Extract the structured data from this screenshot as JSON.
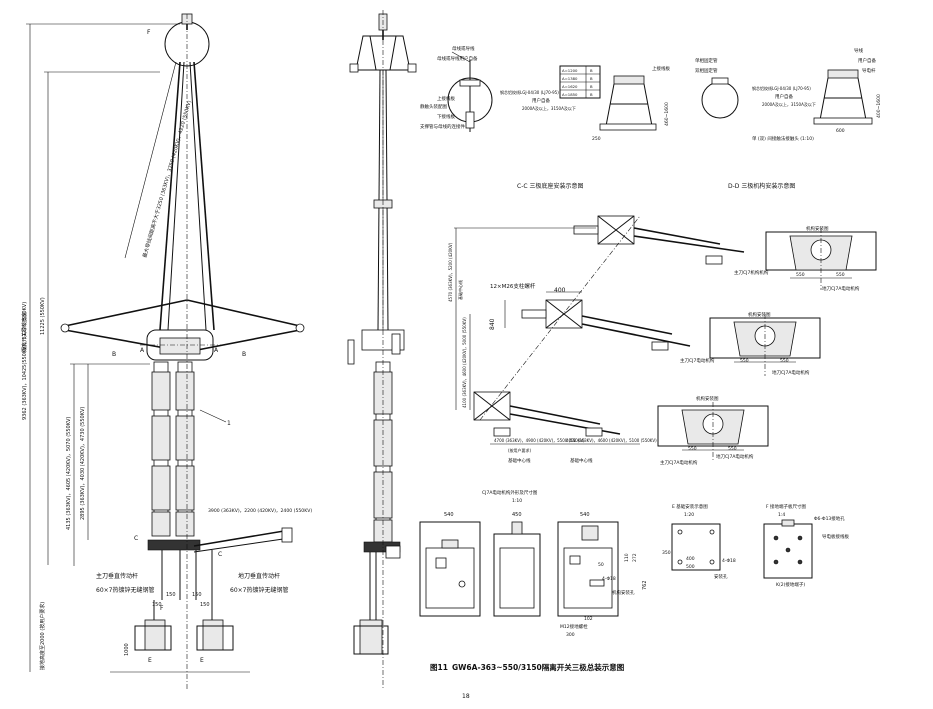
{
  "caption": {
    "figure_no": "图11",
    "title": "GW6A-363~550/3150隔离开关三极总装示意图",
    "page_number": "18"
  },
  "left_view": {
    "dim_total_vertical": "9362 (363KV)，10425(550KV)，11225 (550KV)",
    "dim_upper_vertical": "隔离开关导线宽度",
    "dim_diagonal": "最大导线间距离不大于3250 (363KV)，3750 (420KV)，4220 (550KV)",
    "dim_column_1": "4135 (363KV)，4605 (420KV)，5070 (550KV)",
    "dim_column_2": "2895 (363KV)，4030 (420KV)，4730 (550KV)",
    "dim_base": "3900 (363KV)，2200 (420KV)，2400 (550KV)",
    "dim_bottom_vertical": "接地高度至2000 (按用户要求)",
    "label_main_knife_rod": "主刀垂直传动杆",
    "label_main_knife_pipe": "60×7热镀锌无缝钢管",
    "label_earth_knife_rod": "地刀垂直传动杆",
    "label_earth_knife_pipe": "60×7热镀锌无缝钢管",
    "dims_foundation": [
      "150",
      "150",
      "150",
      "150"
    ],
    "dim_height_1000": "1000",
    "section_marks": [
      "F",
      "A",
      "A",
      "C",
      "C",
      "E",
      "E",
      "F",
      "B",
      "B"
    ],
    "leader_number": "1"
  },
  "top_details": {
    "label_cable_left_1": "母线或导线",
    "label_cable_left_2": "母线或导线用户自备",
    "label_clamp_upper": "上接线板",
    "label_clamp_lower": "下接线板",
    "label_device_1": "静触头装配图",
    "label_device_2": "支撑管与母线的连接件",
    "label_conductor_spec": "钢芯铝绞线LGJ-04/30 (LJ70-95)",
    "label_user_supply": "用户自备",
    "label_range": "2000A及以上，3150A及以下",
    "table_rows": [
      [
        "A=1200",
        "B"
      ],
      [
        "A=1380",
        "B"
      ],
      [
        "A=1620",
        "B"
      ],
      [
        "A=1850",
        "B"
      ]
    ],
    "label_plate_right": "上接线板",
    "dim_250": "250",
    "dim_460": "460~1600",
    "label_support_1": "单相固定管",
    "label_support_2": "双相固定管",
    "label_conductor_spec_2": "钢芯铝绞线LGJ-04/30 (LJ70-95)",
    "label_user_supply_2": "用户自备",
    "label_range_2": "2000A及以上，3150A及以下",
    "label_right_1": "导线",
    "label_right_2": "用户自备",
    "label_right_3": "导电杆",
    "dim_600": "600",
    "dim_400_right": "400~1600",
    "label_caption_bottom": "单 (双) 间接触法接触头 (1:10)"
  },
  "section_titles": {
    "cc": "C-C 三极底座安装示意图",
    "dd": "D-D 三极机构安装示意图"
  },
  "mid_plan": {
    "label_bolts": "12×M26支柱螺杆",
    "dim_400": "400",
    "dim_840": "840",
    "dim_vertical_1": "4570 (363KV)，5200 (420KV)",
    "dim_vertical_2": "4100 (363KV)，4600 (420KV)，5000 (550KV)",
    "dim_horizontal_1": "4700 (363KV)，4900 (420KV)，5500 (550KV)",
    "dim_horizontal_2": "4000 (363KV)，4600 (420KV)，5100 (550KV)",
    "label_foundation_1": "基础中心线",
    "label_foundation_2": "基础中心线",
    "label_foundation_3": "基础中心线",
    "label_user_note": "(按用户要求)"
  },
  "mechanism_views": [
    {
      "label_top": "机构安装图",
      "label_bottom_left": "主刀CJ7机构机构",
      "label_bottom_right": "地刀CJ7A电动机构",
      "dim_1": "550",
      "dim_2": "550"
    },
    {
      "label_top": "机构安装图",
      "label_bottom_left": "主刀CJ7电动机构",
      "label_bottom_right": "地刀CJ7A电动机构",
      "dim_1": "550",
      "dim_2": "550"
    },
    {
      "label_top": "机构安装图",
      "label_bottom_left": "主刀CJ7A电动机构",
      "label_bottom_right": "地刀CJ7A电动机构",
      "dim_1": "550",
      "dim_2": "550"
    }
  ],
  "cabinet": {
    "title": "CJ7A电动机构外形及尺寸图",
    "scale": "1:10",
    "dim_front_width": "540",
    "dim_side_width": "450",
    "dim_back_width": "540",
    "dim_height": "762",
    "dim_heights_right": [
      "110",
      "272"
    ],
    "dim_50": "50",
    "label_hole": "4-Φ18",
    "label_install": "机构安装孔",
    "label_earth_bolt": "M12接地螺栓",
    "dim_102": "102",
    "dim_300": "300"
  },
  "detail_e": {
    "title": "E 基础安装示意图",
    "scale": "1:20",
    "dim_400": "400",
    "dim_500": "500",
    "label_holes": "4-Φ18",
    "label_install": "安装孔",
    "dim_350": "350"
  },
  "detail_f": {
    "title": "F 接地端子板尺寸图",
    "scale": "1:4",
    "label_holes": "Φ6-Φ13接地孔",
    "label_plate": "导电板接线板",
    "label_bottom": "K(2(接地端子)"
  }
}
